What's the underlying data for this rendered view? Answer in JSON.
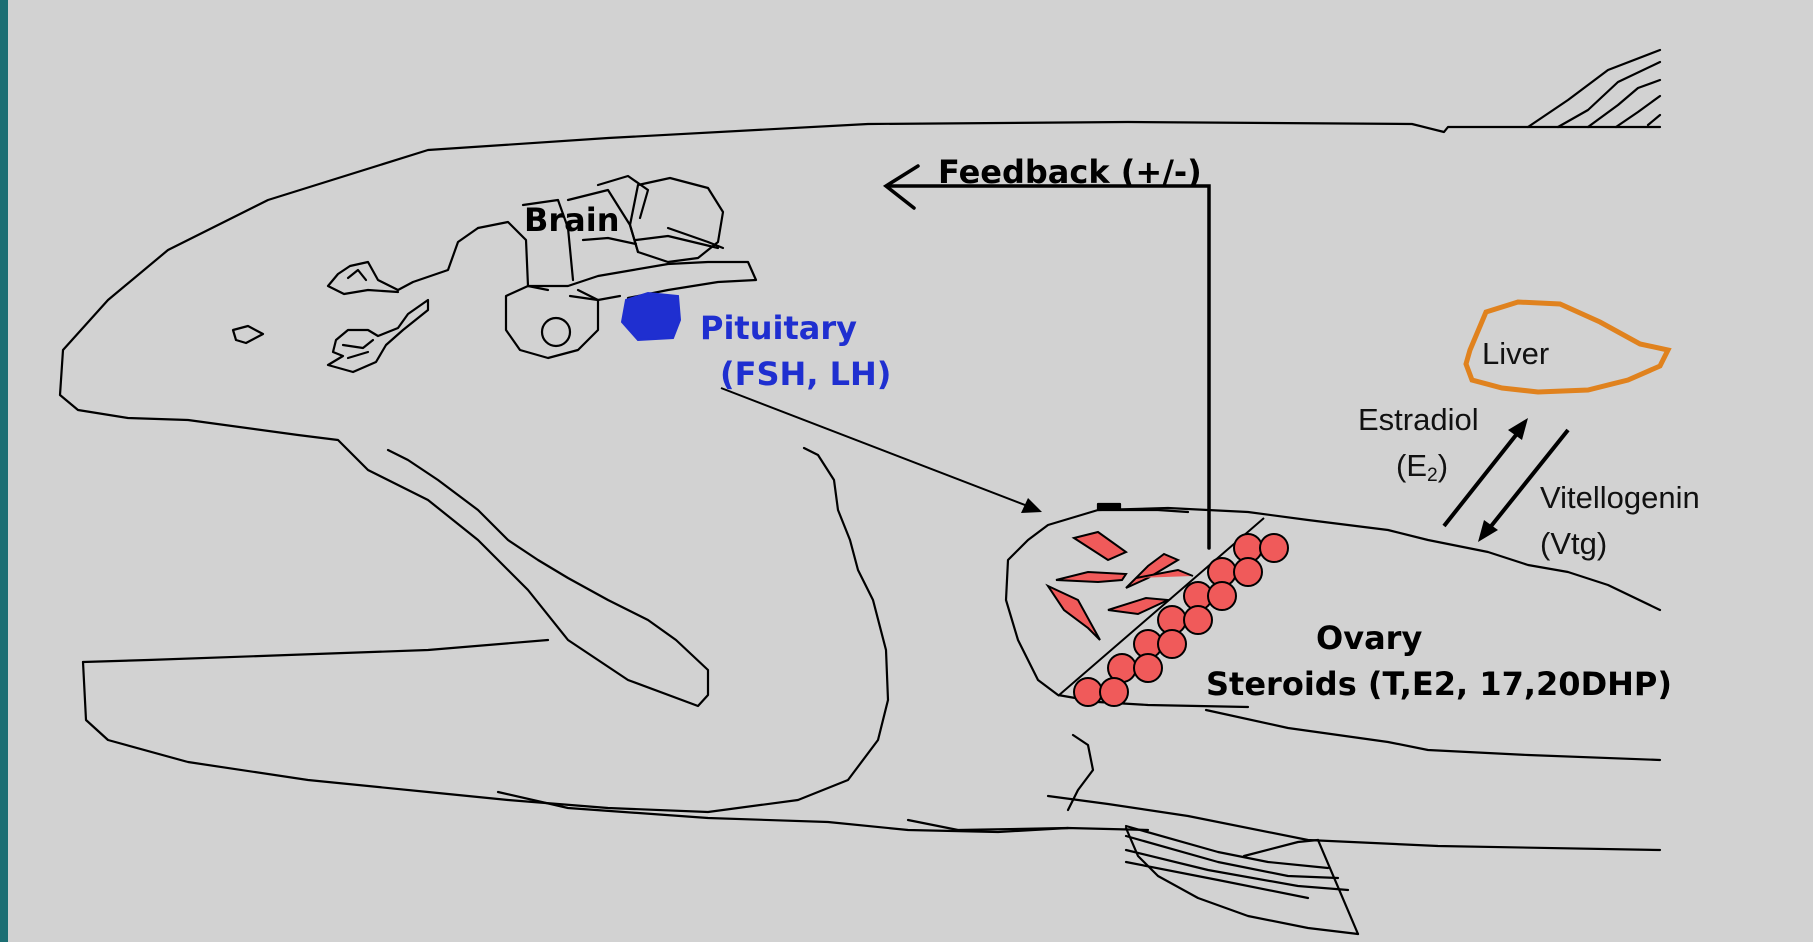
{
  "labels": {
    "brain": "Brain",
    "feedback": "Feedback (+/-)",
    "pituitary": "Pituitary",
    "pituitary_hormones": "(FSH, LH)",
    "liver": "Liver",
    "estradiol": "Estradiol",
    "e2_open": "(E",
    "e2_sub": "2",
    "e2_close": ")",
    "vitellogenin": "Vitellogenin",
    "vtg": "(Vtg)",
    "ovary": "Ovary",
    "steroids": "Steroids (T,E2, 17,20DHP)"
  },
  "colors": {
    "background": "#d2d2d2",
    "frame": "#1b6e73",
    "pituitary": "#1f2fd0",
    "liver_outline": "#e0821e",
    "eggs": "#f05a5a"
  }
}
